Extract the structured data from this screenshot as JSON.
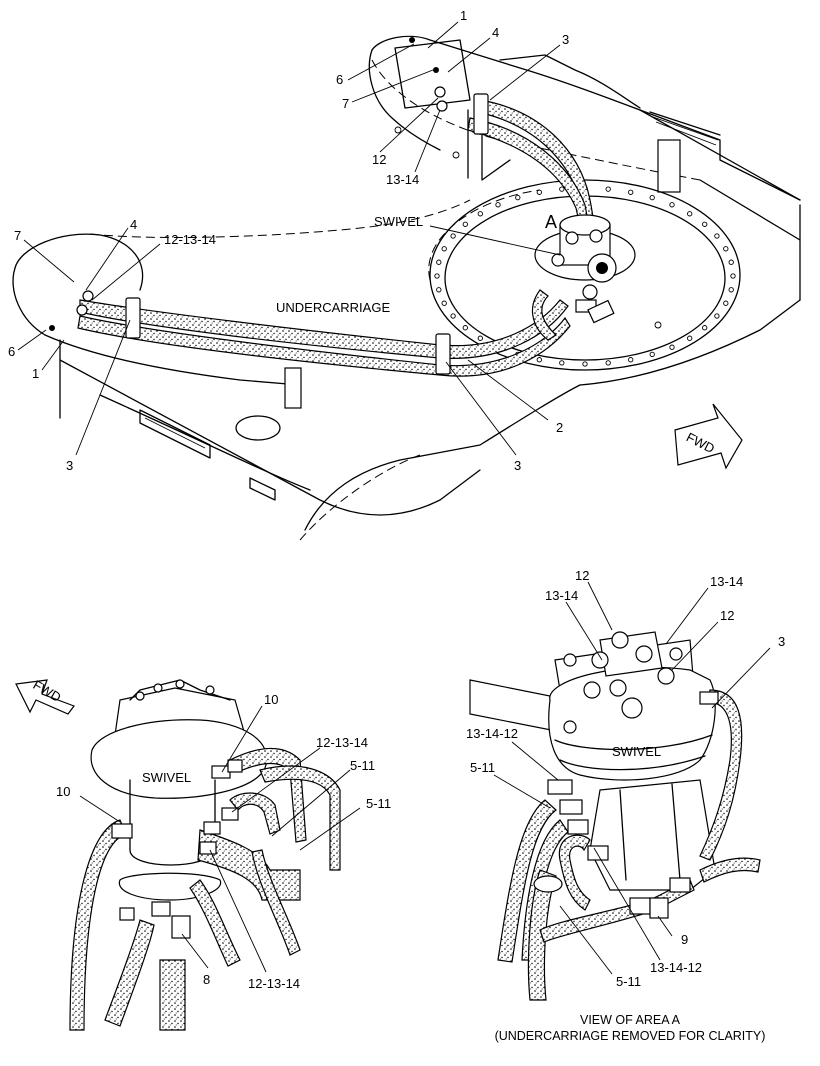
{
  "labels": {
    "swivel": "SWIVEL",
    "undercarriage": "UNDERCARRIAGE",
    "area_a": "A",
    "fwd": "FWD",
    "view_title_line1": "VIEW OF AREA A",
    "view_title_line2": "(UNDERCARRIAGE REMOVED FOR CLARITY)"
  },
  "callouts": {
    "top": {
      "c1_upper": "1",
      "c4_upper": "4",
      "c3_upper": "3",
      "c6_upper": "6",
      "c7_upper": "7",
      "c12_upper": "12",
      "c1314_upper": "13-14",
      "c7_left": "7",
      "c4_left": "4",
      "c121314_left": "12-13-14",
      "c6_left": "6",
      "c1_left": "1",
      "c3_left": "3",
      "c2": "2",
      "c3_mid": "3"
    },
    "left_view": {
      "c10_top": "10",
      "c10_left": "10",
      "c121314_top": "12-13-14",
      "c511_a": "5-11",
      "c511_b": "5-11",
      "c8": "8",
      "c121314_bottom": "12-13-14"
    },
    "right_view": {
      "c12_top": "12",
      "c1314_a": "13-14",
      "c1314_b": "13-14",
      "c12_right": "12",
      "c3": "3",
      "c131412_left": "13-14-12",
      "c511_left": "5-11",
      "c9": "9",
      "c131412_bottom": "13-14-12",
      "c511_bottom": "5-11"
    }
  }
}
